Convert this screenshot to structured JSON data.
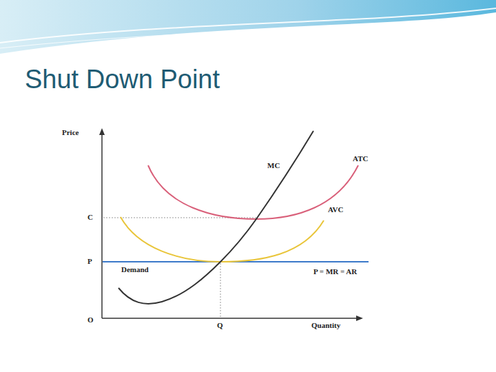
{
  "diagram": {
    "title": "Shut Down Point",
    "labels": [
      "Price",
      "MC",
      "ATC",
      "C",
      "AVC",
      "P",
      "Demand",
      "P = MR = AR",
      "O",
      "Q",
      "Quantity"
    ]
  }
}
